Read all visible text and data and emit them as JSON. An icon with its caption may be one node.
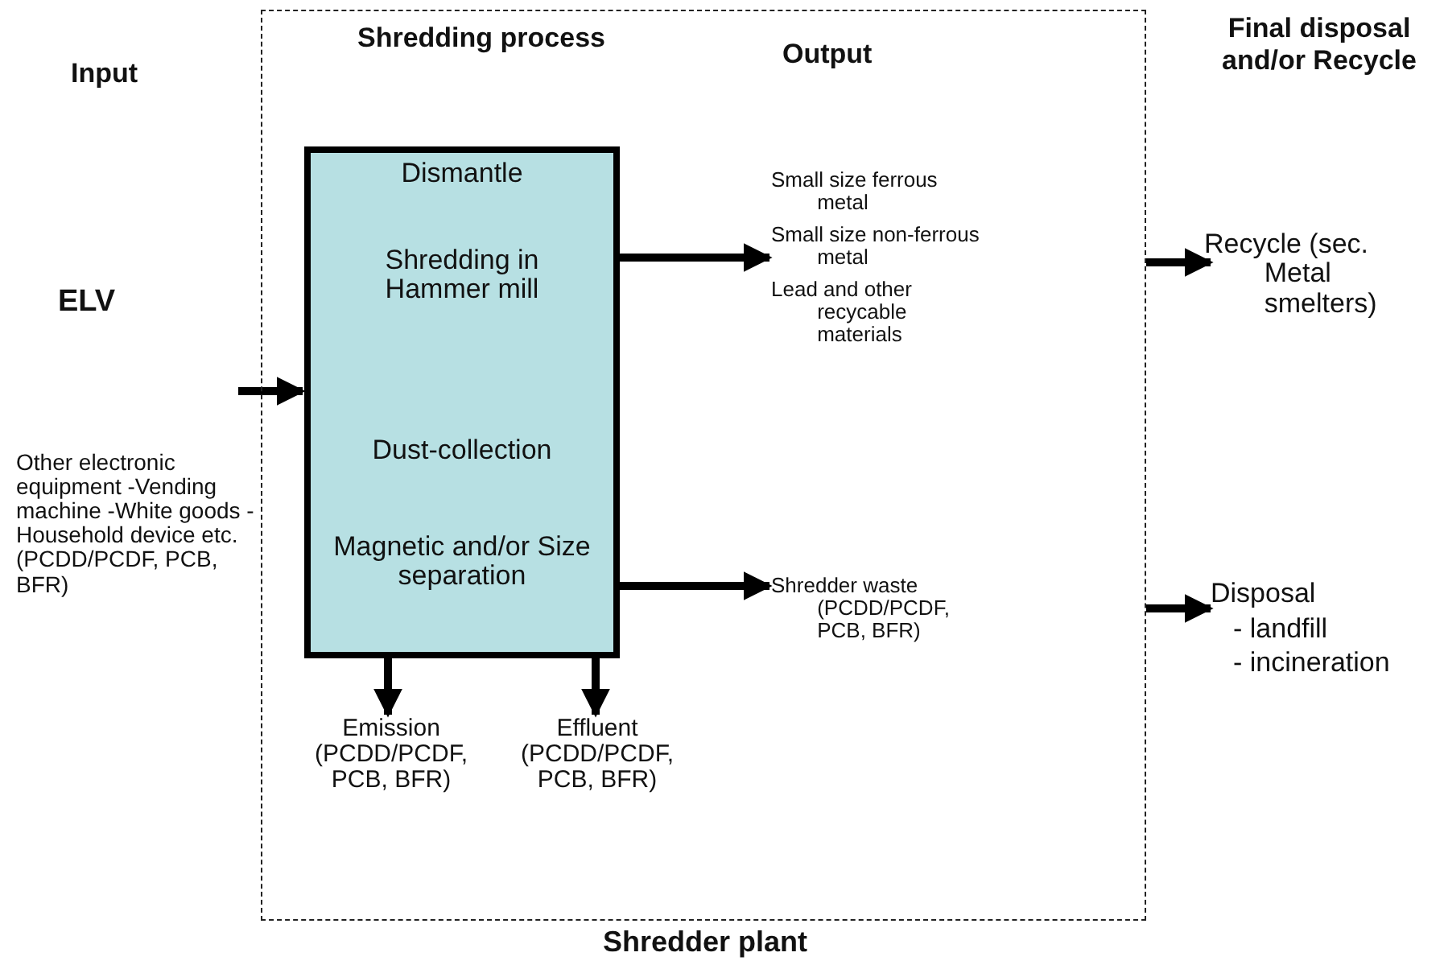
{
  "diagram": {
    "nodes": [
      {
        "text": [
          "Shredder plant"
        ]
      },
      {
        "text": [
          "Dismantle",
          "Shredding in Hammer mill",
          "Dust-collection",
          "Magnetic and/or Size separation"
        ],
        "in": 0
      },
      {
        "text": [
          "ELV"
        ]
      },
      {
        "text": [
          "Other electronic equipment -Vending machine -White goods -Household device etc. (PCDD/PCDF, PCB, BFR)"
        ]
      },
      {
        "text": [
          "Small size ferrous metal",
          "Small size non-ferrous metal",
          "Lead and other recycable materials"
        ],
        "in": 0
      },
      {
        "text": [
          "Shredder waste (PCDD/PCDF, PCB, BFR)"
        ],
        "in": 0
      },
      {
        "text": [
          "Emission (PCDD/PCDF, PCB, BFR)"
        ],
        "in": 0
      },
      {
        "text": [
          "Effluent (PCDD/PCDF, PCB, BFR)"
        ],
        "in": 0
      },
      {
        "text": [
          "Recycle (sec. Metal smelters)"
        ]
      },
      {
        "text": [
          "Disposal",
          "- landfill",
          "- incineration"
        ]
      }
    ],
    "edges": [
      {
        "from": null,
        "to": 1,
        "arrow": "to"
      },
      {
        "from": 1,
        "to": 4,
        "arrow": "to"
      },
      {
        "from": 1,
        "to": 5,
        "arrow": "to"
      },
      {
        "from": 1,
        "to": 6,
        "arrow": "to"
      },
      {
        "from": 1,
        "to": 7,
        "arrow": "to"
      },
      {
        "from": 0,
        "to": 8,
        "arrow": "to"
      },
      {
        "from": 0,
        "to": 9,
        "arrow": "to"
      }
    ],
    "labels": [
      "Input",
      "Shredding process",
      "Output",
      "Final disposal and/or Recycle"
    ]
  }
}
